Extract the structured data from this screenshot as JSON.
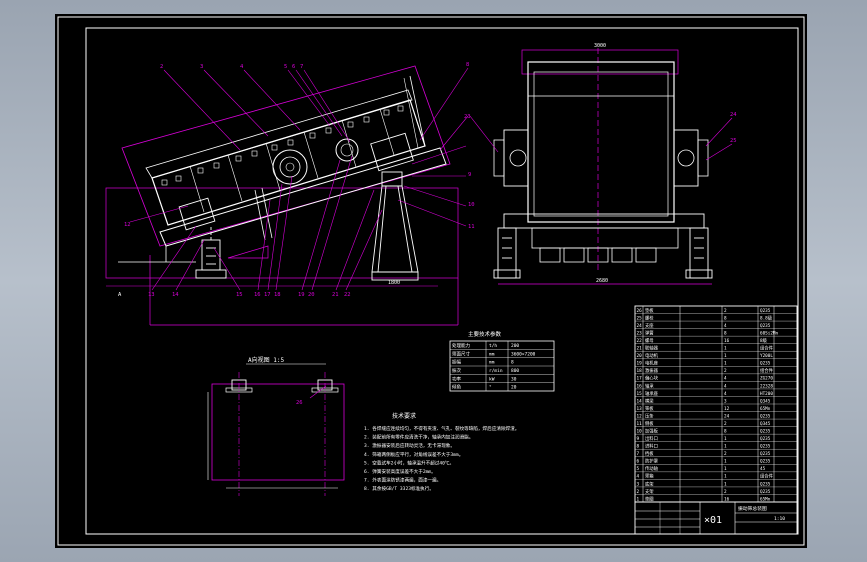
{
  "drawing": {
    "title_small": "1:10",
    "scale_label": "1:10"
  },
  "callouts_top": [
    "2",
    "3",
    "4",
    "5",
    "6",
    "7",
    "8"
  ],
  "callouts_right": [
    "9",
    "10",
    "11"
  ],
  "callouts_bottom": [
    "12",
    "13",
    "14",
    "15",
    "16",
    "17",
    "18",
    "19",
    "20",
    "21",
    "22"
  ],
  "callouts_side": [
    "23",
    "24",
    "25"
  ],
  "callouts_detail": [
    "26"
  ],
  "dimensions": {
    "overall_width": "3000",
    "side_width": "2680",
    "support_spacing": "1800"
  },
  "detail_view": {
    "title": "A向视图 1:5"
  },
  "tech_spec_table": {
    "title": "主要技术参数",
    "rows": [
      [
        "处理能力",
        "t/h",
        "200"
      ],
      [
        "筛面尺寸",
        "mm",
        "3600×7200"
      ],
      [
        "振幅",
        "mm",
        "8"
      ],
      [
        "振次",
        "r/min",
        "800"
      ],
      [
        "功率",
        "kW",
        "30"
      ],
      [
        "倾角",
        "°",
        "20"
      ]
    ]
  },
  "notes": {
    "title": "技术要求",
    "lines": [
      "1. 各焊缝应连续均匀，不得有夹渣、气孔、裂纹等缺陷，焊后应清除焊渣。",
      "2. 装配前所有零件应清洗干净，轴承内加注润滑脂。",
      "3. 激振器安装后应转动灵活，无卡滞现象。",
      "4. 筛箱两侧板应平行，对角线误差不大于3mm。",
      "5. 空载试车2小时，轴承温升不超过40℃。",
      "6. 弹簧安装高度误差不大于2mm。",
      "7. 外表面涂防锈漆两遍，面漆一遍。",
      "8. 其余按GB/T 3323标准执行。"
    ]
  },
  "bom": {
    "rows": [
      [
        "26",
        "垫板",
        "2",
        "Q235"
      ],
      [
        "25",
        "螺栓",
        "8",
        "8.8级"
      ],
      [
        "24",
        "支座",
        "4",
        "Q235"
      ],
      [
        "23",
        "弹簧",
        "8",
        "60Si2Mn"
      ],
      [
        "22",
        "螺母",
        "16",
        "8级"
      ],
      [
        "21",
        "联轴器",
        "1",
        "组合件"
      ],
      [
        "20",
        "电动机",
        "1",
        "Y200L"
      ],
      [
        "19",
        "电机座",
        "1",
        "Q235"
      ],
      [
        "18",
        "激振器",
        "2",
        "组合件"
      ],
      [
        "17",
        "偏心块",
        "4",
        "ZG270"
      ],
      [
        "16",
        "轴承",
        "4",
        "22328"
      ],
      [
        "15",
        "轴承座",
        "4",
        "HT200"
      ],
      [
        "14",
        "横梁",
        "3",
        "Q345"
      ],
      [
        "13",
        "筛板",
        "12",
        "65Mn"
      ],
      [
        "12",
        "压条",
        "24",
        "Q235"
      ],
      [
        "11",
        "侧板",
        "2",
        "Q345"
      ],
      [
        "10",
        "加强板",
        "8",
        "Q235"
      ],
      [
        "9",
        "出料口",
        "1",
        "Q235"
      ],
      [
        "8",
        "进料口",
        "1",
        "Q235"
      ],
      [
        "7",
        "挡板",
        "2",
        "Q235"
      ],
      [
        "6",
        "防护罩",
        "1",
        "Q235"
      ],
      [
        "5",
        "传动轴",
        "1",
        "45"
      ],
      [
        "4",
        "筛箱",
        "1",
        "组合件"
      ],
      [
        "3",
        "底架",
        "1",
        "Q235"
      ],
      [
        "2",
        "支架",
        "2",
        "Q235"
      ],
      [
        "1",
        "垫圈",
        "16",
        "65Mn"
      ]
    ]
  },
  "title_block": {
    "drawing_name": "振动筛总装图",
    "scale": "1:10",
    "mark": "×01"
  }
}
